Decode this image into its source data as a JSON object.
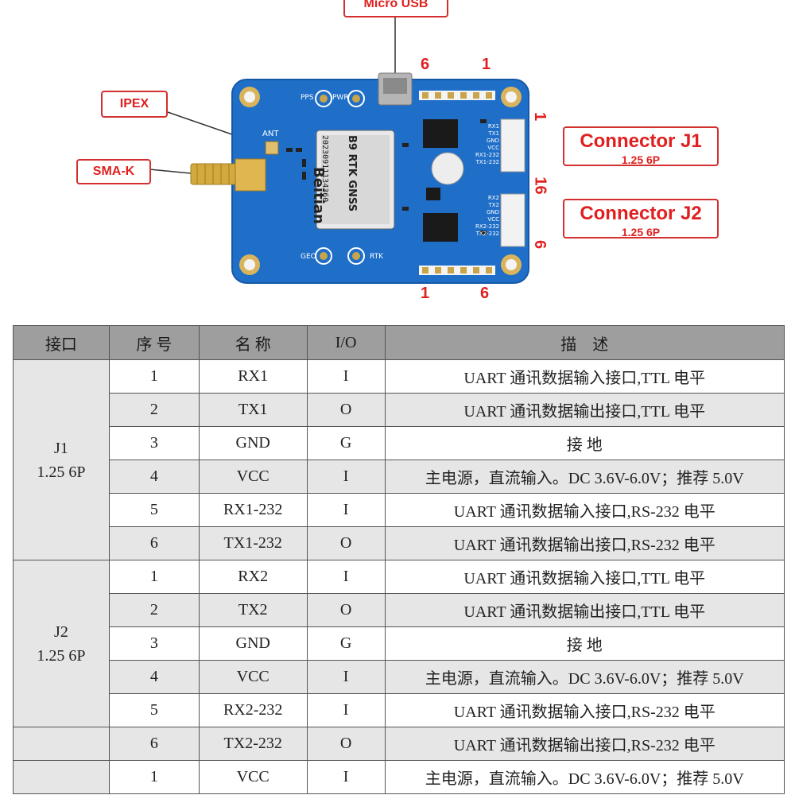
{
  "figure": {
    "callouts": {
      "micro_usb": "Micro USB",
      "ipex": "IPEX",
      "sma": "SMA-K",
      "j1_title": "Connector J1",
      "j1_sub": "1.25 6P",
      "j2_title": "Connector J2",
      "j2_sub": "1.25 6P"
    },
    "pin_numbers": {
      "top_left": "6",
      "top_right": "1",
      "right_top": "1",
      "right_mid": "16",
      "right_bottom": "6",
      "bottom_left": "1",
      "bottom_right": "6"
    },
    "board": {
      "chip_brand": "Beitian",
      "chip_model": "B9 RTK GNSS",
      "chip_serial": "20230911134360",
      "ant_label": "ANT",
      "pps_label": "PPS",
      "pwr_label": "PWR",
      "geo_label": "GEO",
      "rtk_label": "RTK",
      "j1_pins": [
        "RX1",
        "TX1",
        "GND",
        "VCC",
        "RX1-232",
        "TX1-232"
      ],
      "j2_pins": [
        "RX2",
        "TX2",
        "GND",
        "VCC",
        "RX2-232",
        "TX2-232"
      ]
    },
    "colors": {
      "board": "#1f6fc8",
      "callout": "#e02020",
      "gold": "#c9a44a"
    }
  },
  "table": {
    "headers": [
      "接口",
      "序 号",
      "名 称",
      "I/O",
      "描　述"
    ],
    "groups": [
      {
        "name": "J1",
        "sub": "1.25 6P",
        "rows": [
          {
            "no": "1",
            "name": "RX1",
            "io": "I",
            "desc": "UART 通讯数据输入接口,TTL 电平"
          },
          {
            "no": "2",
            "name": "TX1",
            "io": "O",
            "desc": "UART 通讯数据输出接口,TTL 电平"
          },
          {
            "no": "3",
            "name": "GND",
            "io": "G",
            "desc": "接 地"
          },
          {
            "no": "4",
            "name": "VCC",
            "io": "I",
            "desc": "主电源，直流输入。DC 3.6V-6.0V；推荐 5.0V"
          },
          {
            "no": "5",
            "name": "RX1-232",
            "io": "I",
            "desc": "UART 通讯数据输入接口,RS-232 电平"
          },
          {
            "no": "6",
            "name": "TX1-232",
            "io": "O",
            "desc": "UART 通讯数据输出接口,RS-232 电平"
          }
        ]
      },
      {
        "name": "J2",
        "sub": "1.25 6P",
        "rows": [
          {
            "no": "1",
            "name": "RX2",
            "io": "I",
            "desc": "UART 通讯数据输入接口,TTL 电平"
          },
          {
            "no": "2",
            "name": "TX2",
            "io": "O",
            "desc": "UART 通讯数据输出接口,TTL 电平"
          },
          {
            "no": "3",
            "name": "GND",
            "io": "G",
            "desc": "接 地"
          },
          {
            "no": "4",
            "name": "VCC",
            "io": "I",
            "desc": "主电源，直流输入。DC 3.6V-6.0V；推荐 5.0V"
          },
          {
            "no": "5",
            "name": "RX2-232",
            "io": "I",
            "desc": "UART 通讯数据输入接口,RS-232 电平"
          }
        ]
      },
      {
        "name": "",
        "sub": "",
        "rows": [
          {
            "no": "6",
            "name": "TX2-232",
            "io": "O",
            "desc": "UART 通讯数据输出接口,RS-232 电平"
          }
        ]
      },
      {
        "name": "",
        "sub": "",
        "rows": [
          {
            "no": "1",
            "name": "VCC",
            "io": "I",
            "desc": "主电源，直流输入。DC 3.6V-6.0V；推荐 5.0V"
          }
        ]
      }
    ]
  }
}
